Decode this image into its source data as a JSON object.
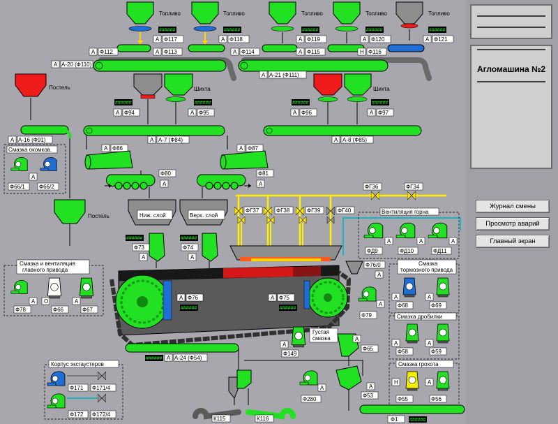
{
  "machine": {
    "title": "Агломашина №2"
  },
  "nav": {
    "shift_log": "Журнал смены",
    "alarm_view": "Просмотр аварий",
    "main_screen": "Главный экран"
  },
  "bunker_labels": {
    "fuel": "Топливо",
    "bed": "Постель",
    "charge": "Шихта"
  },
  "bins": {
    "lower_layer": "Ниж. слой",
    "upper_layer": "Верх. слой"
  },
  "indicator_text": "######",
  "modes": {
    "auto": "А",
    "manual": "Н",
    "zero": "О"
  },
  "tags": {
    "f117": "Ф117",
    "f118": "Ф118",
    "f119": "Ф119",
    "f120": "Ф120",
    "f121": "Ф121",
    "f112": "Ф112",
    "f113": "Ф113",
    "f114": "Ф114",
    "f115": "Ф115",
    "f116": "Ф116",
    "a20": "А-20 (Ф110)",
    "a21": "А-21 (Ф111)",
    "f94": "Ф94",
    "f95": "Ф95",
    "f96": "Ф96",
    "f97": "Ф97",
    "a16": "А-16 (Ф91)",
    "a7": "А-7 (Ф84)",
    "a8": "А-8 (Ф85)",
    "f86": "Ф86",
    "f87": "Ф87",
    "f80": "Ф80",
    "f81": "Ф81",
    "fg36": "ФГ36",
    "fg34": "ФГ34",
    "fg37": "ФГ37",
    "fg38": "ФГ38",
    "fg39": "ФГ39",
    "fg40": "ФГ40",
    "fd9": "ФД9",
    "fd10": "ФД10",
    "fd11": "ФД11",
    "f66_1": "Ф66/1",
    "f66_2": "Ф66/2",
    "f73": "Ф73",
    "f74": "Ф74",
    "f76_0": "Ф76/0",
    "f78": "Ф78",
    "f66": "Ф66",
    "f67": "Ф67",
    "f68": "Ф68",
    "f69": "Ф69",
    "f76": "Ф76",
    "f75": "Ф75",
    "f79": "Ф79",
    "f65": "Ф65",
    "f149": "Ф149",
    "f58": "Ф58",
    "f59": "Ф59",
    "a24": "А-24 (Ф54)",
    "f171": "Ф171",
    "f171_4": "Ф171/4",
    "f172": "Ф172",
    "f172_4": "Ф172/4",
    "f280": "Ф280",
    "f53": "Ф53",
    "f55": "Ф55",
    "f56": "Ф56",
    "k115": "К115",
    "k116": "К116",
    "f1": "Ф1"
  },
  "groups": {
    "lubrication_pelletizer": "Смазка окомков.",
    "furnace_ventilation": "Вентиляция горна",
    "main_drive_line1": "Смазка и вентиляция",
    "main_drive_line2": "главного привода",
    "brake_drive_line1": "Смазка",
    "brake_drive_line2": "тормозного привода",
    "crusher": "Смазка дробилки",
    "screen": "Смазка грохота",
    "exhauster_body": "Корпус эксгаустеров",
    "thick_grease_line1": "Густая",
    "thick_grease_line2": "смазка"
  },
  "colors": {
    "background": "#a7a7ad",
    "running": "#22e022",
    "stopped": "#8e8e8e",
    "alarm": "#f01c1c",
    "blue": "#1e6ed6",
    "yellow": "#f4f000",
    "gas_line": "#ffee00",
    "cyan_line": "#19b6c8",
    "indicator_text": "#20ff20"
  },
  "icons": [
    "fan-icon",
    "conveyor-icon",
    "bunker-icon",
    "valve-icon",
    "pump-icon",
    "gear-wheel-icon"
  ]
}
